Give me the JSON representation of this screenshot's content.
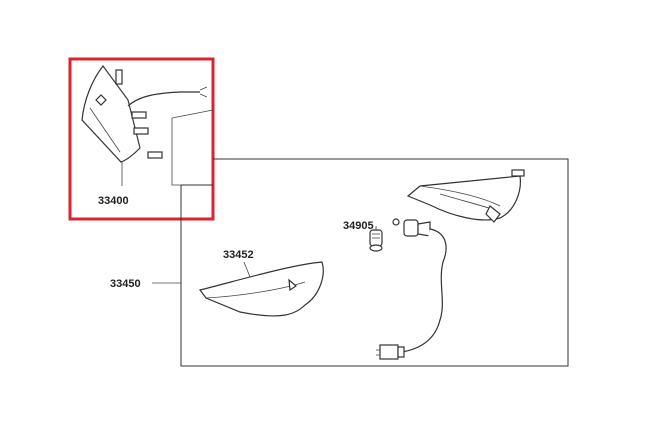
{
  "callouts": {
    "assembly_left": "33400",
    "assembly_right": "33450",
    "bulb": "34905",
    "lens_cover": "33452"
  },
  "colors": {
    "highlight_frame": "#d9252f",
    "line": "#333333",
    "background": "#ffffff"
  },
  "highlighted_part": "33400"
}
